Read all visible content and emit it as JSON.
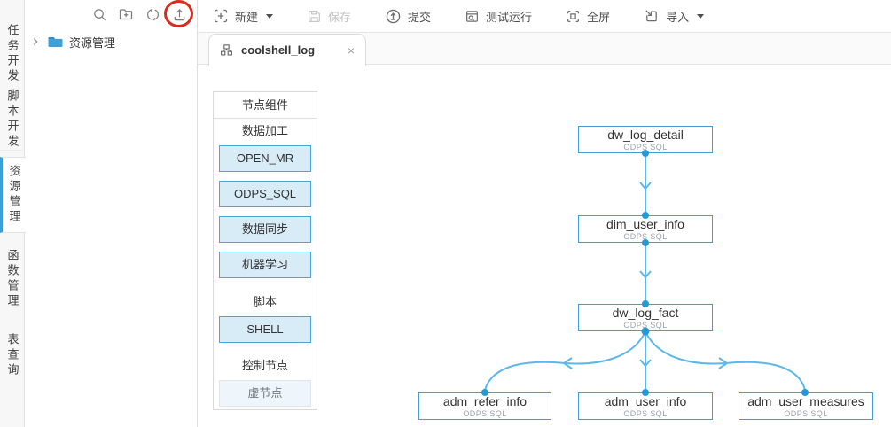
{
  "sidebar": {
    "tabs": [
      {
        "label": "任务开发",
        "active": false
      },
      {
        "label": "脚本开发",
        "active": false
      },
      {
        "label": "资源管理",
        "active": true
      },
      {
        "label": "函数管理",
        "active": false
      },
      {
        "label": "表查询",
        "active": false
      }
    ]
  },
  "explorer": {
    "icons": [
      "search-icon",
      "new-folder-icon",
      "refresh-icon",
      "upload-icon"
    ],
    "annotation": {
      "highlight": "upload-icon",
      "color": "#dd2a1e"
    },
    "tree": [
      {
        "label": "资源管理",
        "icon": "folder-icon",
        "expandable": true
      }
    ]
  },
  "toolbar": {
    "items": [
      {
        "label": "新建",
        "icon": "new-icon",
        "caret": true,
        "disabled": false
      },
      {
        "label": "保存",
        "icon": "save-icon",
        "caret": false,
        "disabled": true
      },
      {
        "label": "提交",
        "icon": "submit-icon",
        "caret": false,
        "disabled": false
      },
      {
        "label": "测试运行",
        "icon": "test-run-icon",
        "caret": false,
        "disabled": false
      },
      {
        "label": "全屏",
        "icon": "fullscreen-icon",
        "caret": false,
        "disabled": false
      },
      {
        "label": "导入",
        "icon": "import-icon",
        "caret": true,
        "disabled": false
      }
    ]
  },
  "tabs": {
    "active": {
      "title": "coolshell_log",
      "icon": "workflow-icon",
      "close": "×"
    }
  },
  "palette": {
    "title": "节点组件",
    "sections": [
      {
        "label": "数据加工",
        "buttons": [
          "OPEN_MR",
          "ODPS_SQL",
          "数据同步",
          "机器学习"
        ]
      },
      {
        "label": "脚本",
        "buttons": [
          "SHELL"
        ]
      },
      {
        "label": "控制节点",
        "buttons": [
          "虚节点"
        ],
        "disabled": true
      }
    ]
  },
  "flow": {
    "nodes": [
      {
        "title": "dw_log_detail",
        "subtitle": "ODPS SQL"
      },
      {
        "title": "dim_user_info",
        "subtitle": "ODPS SQL"
      },
      {
        "title": "dw_log_fact",
        "subtitle": "ODPS SQL"
      },
      {
        "title": "adm_refer_info",
        "subtitle": "ODPS SQL"
      },
      {
        "title": "adm_user_info",
        "subtitle": "ODPS SQL"
      },
      {
        "title": "adm_user_measures",
        "subtitle": "ODPS SQL"
      }
    ],
    "edges": [
      {
        "from": "dw_log_detail",
        "to": "dim_user_info"
      },
      {
        "from": "dim_user_info",
        "to": "dw_log_fact"
      },
      {
        "from": "dw_log_fact",
        "to": "adm_refer_info"
      },
      {
        "from": "dw_log_fact",
        "to": "adm_user_info"
      },
      {
        "from": "dw_log_fact",
        "to": "adm_user_measures"
      }
    ]
  },
  "colors": {
    "accent_blue": "#3b9fdc",
    "edge_line": "#5cb8ea",
    "edge_dot": "#2898d5",
    "node_border": "#3d9ed8",
    "palette_btn_bg": "#d8ecf8",
    "palette_btn_border": "#4aa5da",
    "annotation_red": "#dd2a1e"
  }
}
